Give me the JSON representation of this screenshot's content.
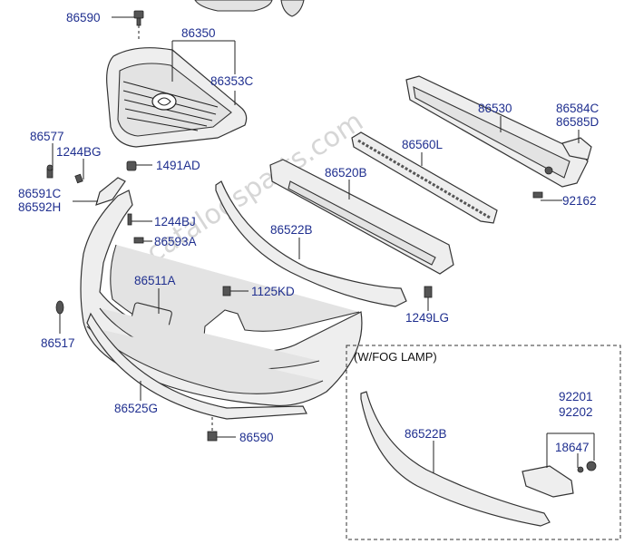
{
  "watermark": "catalogsparts.com",
  "inset_title": "(W/FOG LAMP)",
  "labels": {
    "p86590_top": "86590",
    "p86350": "86350",
    "p86353c": "86353C",
    "p86530": "86530",
    "p86584c": "86584C",
    "p86585d": "86585D",
    "p86577": "86577",
    "p1244bg": "1244BG",
    "p1491ad": "1491AD",
    "p86560l": "86560L",
    "p86520b": "86520B",
    "p92162": "92162",
    "p86591c": "86591C",
    "p86592h": "86592H",
    "p1244bj": "1244BJ",
    "p86522b": "86522B",
    "p86593a": "86593A",
    "p86511a": "86511A",
    "p1125kd": "1125KD",
    "p1249lg": "1249LG",
    "p86517": "86517",
    "p86525g": "86525G",
    "p86590_bot": "86590",
    "p86522b_inset": "86522B",
    "p92201": "92201",
    "p92202": "92202",
    "p18647": "18647"
  }
}
